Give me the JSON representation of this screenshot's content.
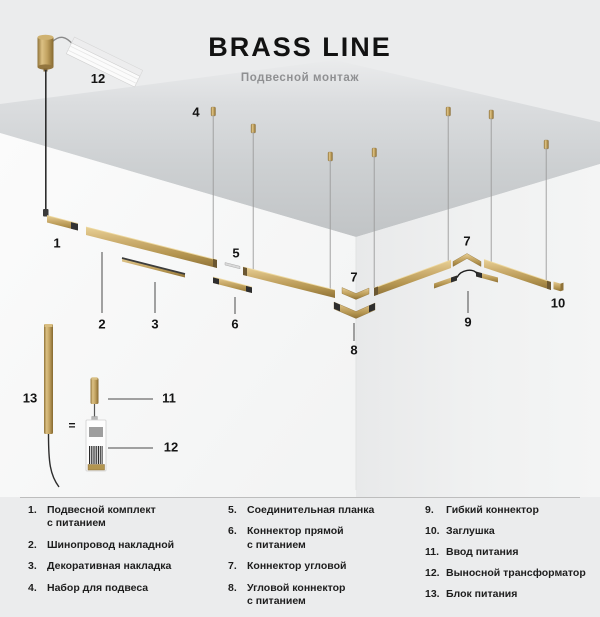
{
  "header": {
    "title": "BRASS LINE",
    "subtitle": "Подвесной монтаж"
  },
  "colors": {
    "background": "#ebeced",
    "ceiling": "#c6c9cb",
    "wall_left": "#f8f9f9",
    "wall_right": "#eff0f0",
    "gold": "#c0a261",
    "gold_dark": "#8a6d38",
    "gold_light": "#e6cd92",
    "cable_black": "#2d2d2d",
    "cable_gray": "#9b9b9b",
    "text": "#141414",
    "legend_text": "#1d1d1d"
  },
  "callouts": {
    "c1": "1",
    "c2": "2",
    "c3": "3",
    "c4": "4",
    "c5": "5",
    "c6": "6",
    "c7a": "7",
    "c7b": "7",
    "c8": "8",
    "c9": "9",
    "c10": "10",
    "c11": "11",
    "c12_top": "12",
    "c12_bottom": "12",
    "c13": "13",
    "equals": "="
  },
  "legend": {
    "columns": [
      {
        "items": [
          {
            "num": "1.",
            "label": "Подвесной комплект\nс питанием"
          },
          {
            "num": "2.",
            "label": "Шинопровод накладной"
          },
          {
            "num": "3.",
            "label": "Декоративная накладка"
          },
          {
            "num": "4.",
            "label": "Набор для подвеса"
          }
        ]
      },
      {
        "items": [
          {
            "num": "5.",
            "label": "Соединительная планка"
          },
          {
            "num": "6.",
            "label": "Коннектор прямой\nс питанием"
          },
          {
            "num": "7.",
            "label": "Коннектор угловой"
          },
          {
            "num": "8.",
            "label": "Угловой коннектор\nс питанием"
          }
        ]
      },
      {
        "items": [
          {
            "num": "9.",
            "label": "Гибкий коннектор"
          },
          {
            "num": "10.",
            "label": "Заглушка"
          },
          {
            "num": "11.",
            "label": "Ввод питания"
          },
          {
            "num": "12.",
            "label": "Выносной трансформатор"
          },
          {
            "num": "13.",
            "label": "Блок питания"
          }
        ]
      }
    ]
  }
}
